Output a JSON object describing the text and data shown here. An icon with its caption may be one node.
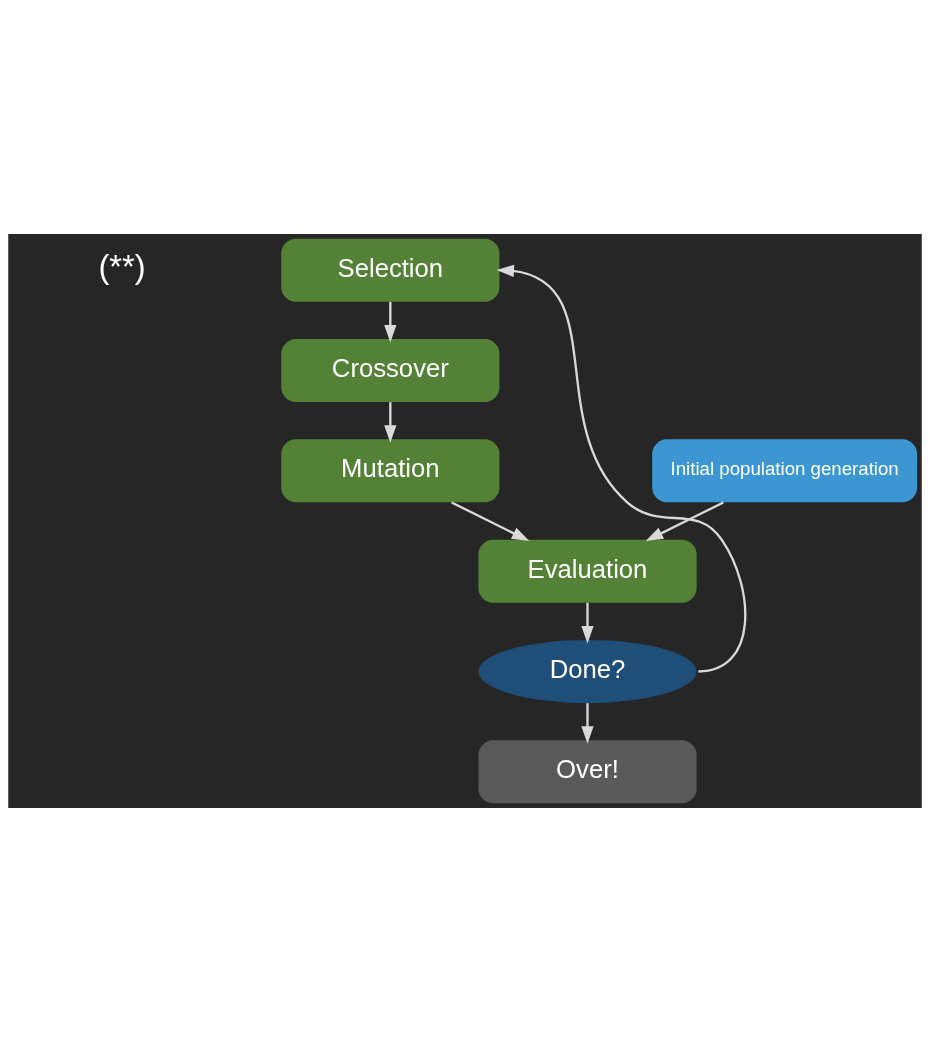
{
  "diagram": {
    "nodes": [
      {
        "text": [
          "Selection"
        ]
      },
      {
        "text": [
          "Crossover"
        ]
      },
      {
        "text": [
          "Mutation"
        ]
      },
      {
        "text": [
          "Initial population generation"
        ]
      },
      {
        "text": [
          "Evaluation"
        ]
      },
      {
        "text": [
          "Done?"
        ]
      },
      {
        "text": [
          "Over!"
        ]
      }
    ],
    "edges": [
      {
        "from": 0,
        "to": 1,
        "arrow": "to"
      },
      {
        "from": 1,
        "to": 2,
        "arrow": "to"
      },
      {
        "from": 2,
        "to": 4,
        "arrow": "to"
      },
      {
        "from": 3,
        "to": 4,
        "arrow": "to"
      },
      {
        "from": 4,
        "to": 5,
        "arrow": "to"
      },
      {
        "from": 5,
        "to": 0,
        "arrow": "to"
      },
      {
        "from": 5,
        "to": 6,
        "arrow": "to"
      }
    ],
    "labels": [
      "(**)"
    ]
  }
}
